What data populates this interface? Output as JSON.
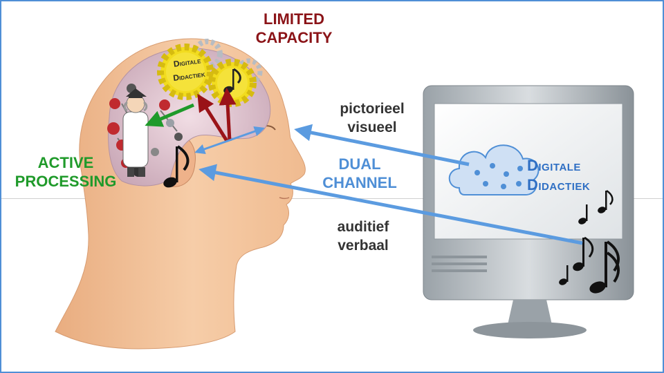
{
  "labels": {
    "limited_capacity": [
      "LIMITED",
      "CAPACITY"
    ],
    "active_processing": [
      "ACTIVE",
      "PROCESSING"
    ],
    "dual_channel": [
      "DUAL",
      "CHANNEL"
    ],
    "pictorial": [
      "pictorieel",
      "visueel"
    ],
    "auditory": [
      "auditief",
      "verbaal"
    ]
  },
  "brand": {
    "gear_text": [
      "Digitale",
      "Didactiek"
    ],
    "screen_text": [
      "Digitale",
      "Didactiek"
    ]
  },
  "icons": [
    "head-silhouette",
    "brain-gears",
    "scientist-figure",
    "molecule-balls",
    "music-note-icon",
    "monitor",
    "cloud-icon",
    "arrow"
  ],
  "colors": {
    "limited": "#8b1418",
    "active": "#1f9a2a",
    "dual": "#4f8fd6",
    "text_dark": "#333333",
    "brand_blue": "#2f6fc4",
    "skin": "#f3c49c",
    "gear_yellow": "#f2dc1f",
    "frame": "#4f8fd6"
  }
}
